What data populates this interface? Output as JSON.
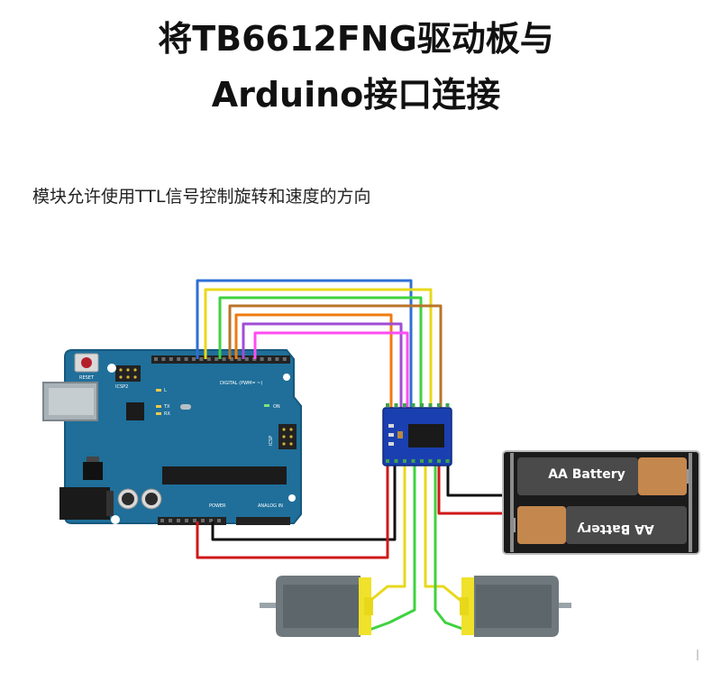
{
  "header": {
    "title_line1": "将TB6612FNG驱动板与",
    "title_line2": "Arduino接口连接",
    "description": "模块允许使用TTL信号控制旋转和速度的方向"
  },
  "arduino": {
    "reset_label": "RESET",
    "icsp_label": "ICSP",
    "icsp2_label": "ICSP2",
    "digital_label": "DIGITAL (PWM= ~)",
    "power_label": "POWER",
    "analog_label": "ANALOG IN",
    "on_label": "ON",
    "tx_label": "TX",
    "rx_label": "RX",
    "l_label": "L"
  },
  "battery": {
    "cell_top_label": "AA Battery",
    "cell_bottom_label": "AA Battery"
  },
  "colors": {
    "board_blue": "#1f6f9a",
    "driver_blue": "#1a3fb0",
    "wire_blue": "#2f6fd6",
    "wire_yellow": "#e8d81a",
    "wire_green": "#3fd23f",
    "wire_brown": "#b8742a",
    "wire_purple": "#a24cd6",
    "wire_magenta": "#ff4df0",
    "wire_black": "#111111",
    "wire_red": "#d01818",
    "wire_orange": "#f07a10"
  }
}
